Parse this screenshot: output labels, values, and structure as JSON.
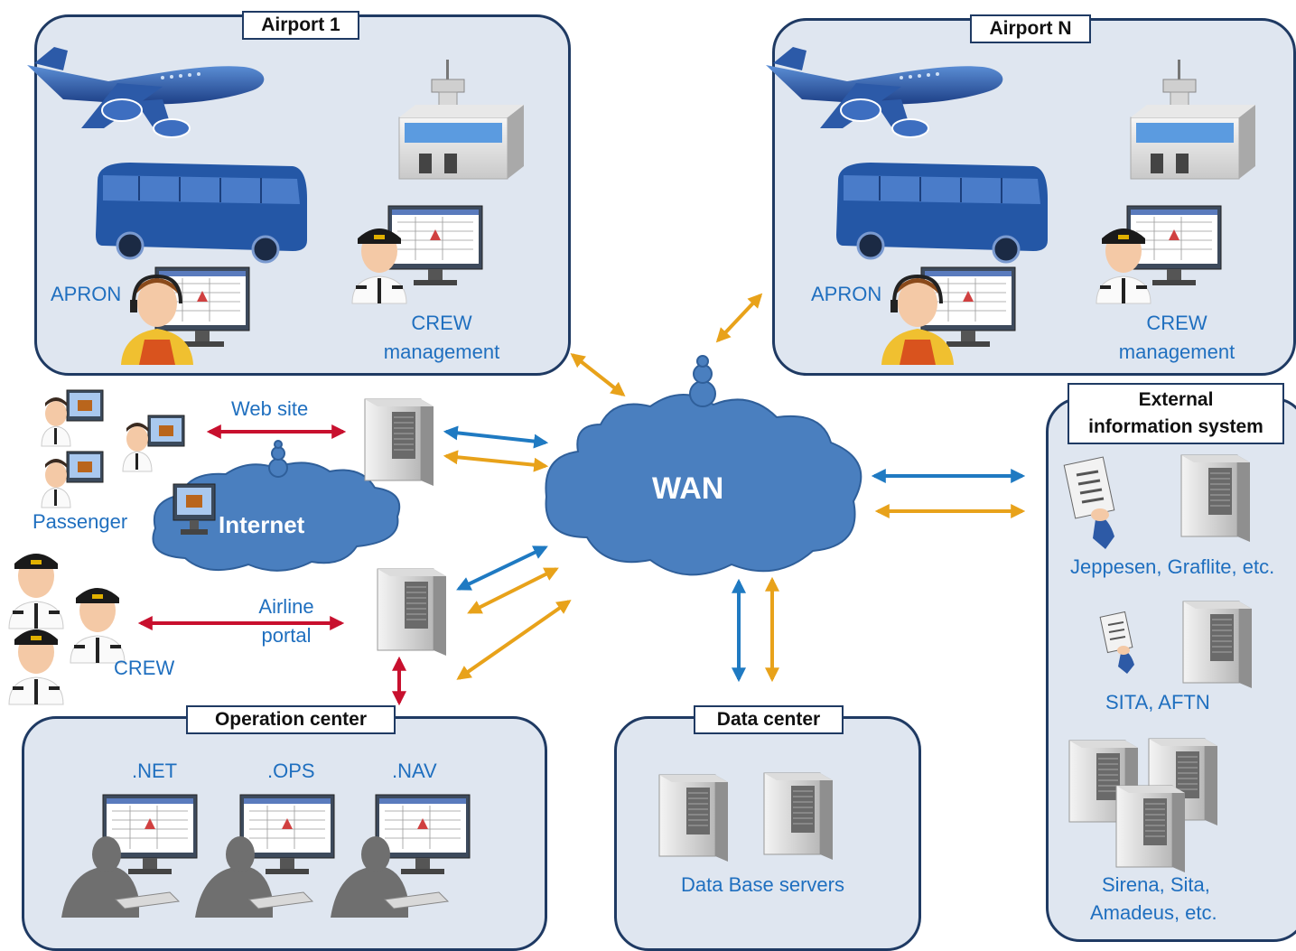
{
  "airport1": {
    "title": "Airport  1",
    "apron": "APRON",
    "crew_line1": "CREW",
    "crew_line2": "management"
  },
  "airportN": {
    "title": "Airport  N",
    "apron": "APRON",
    "crew_line1": "CREW",
    "crew_line2": "management"
  },
  "internet": {
    "cloud_label": "Internet",
    "web_site": "Web site",
    "passenger": "Passenger",
    "airline_line1": "Airline",
    "airline_line2": "portal",
    "crew": "CREW"
  },
  "wan": {
    "label": "WAN"
  },
  "external": {
    "title_line1": "External",
    "title_line2": "information system",
    "providers": [
      "Jeppesen,  Graflite, etc.",
      "SITA,  AFTN",
      "Sirena, Sita,",
      "Amadeus, etc."
    ]
  },
  "operation_center": {
    "title": "Operation center",
    "workstations": [
      ".NET",
      ".OPS",
      ".NAV"
    ]
  },
  "data_center": {
    "title": "Data center",
    "servers_label": "Data Base servers"
  },
  "colors": {
    "blue_arrow": "#1f7ac2",
    "orange_arrow": "#e8a21a",
    "red_arrow": "#c8102e",
    "panel_border": "#1f3a63",
    "cloud": "#4a7fbf"
  }
}
